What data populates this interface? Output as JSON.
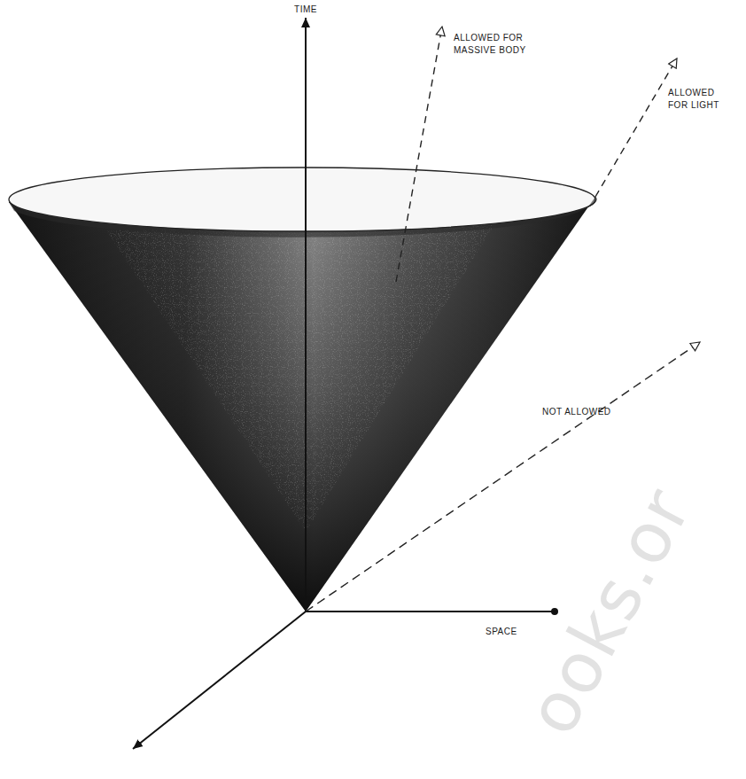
{
  "diagram": {
    "labels": [
      "TIME",
      "ALLOWED FOR MASSIVE BODY",
      "ALLOWED FOR LIGHT",
      "NOT ALLOWED",
      "SPACE",
      "ooks.or"
    ]
  }
}
